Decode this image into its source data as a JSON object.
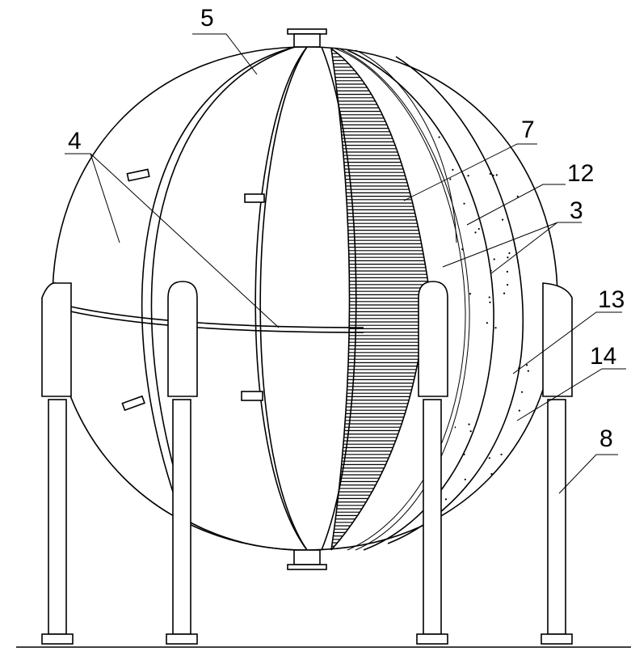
{
  "labels": {
    "l5": "5",
    "l4": "4",
    "l7": "7",
    "l12": "12",
    "l3": "3",
    "l13": "13",
    "l14": "14",
    "l8": "8"
  }
}
